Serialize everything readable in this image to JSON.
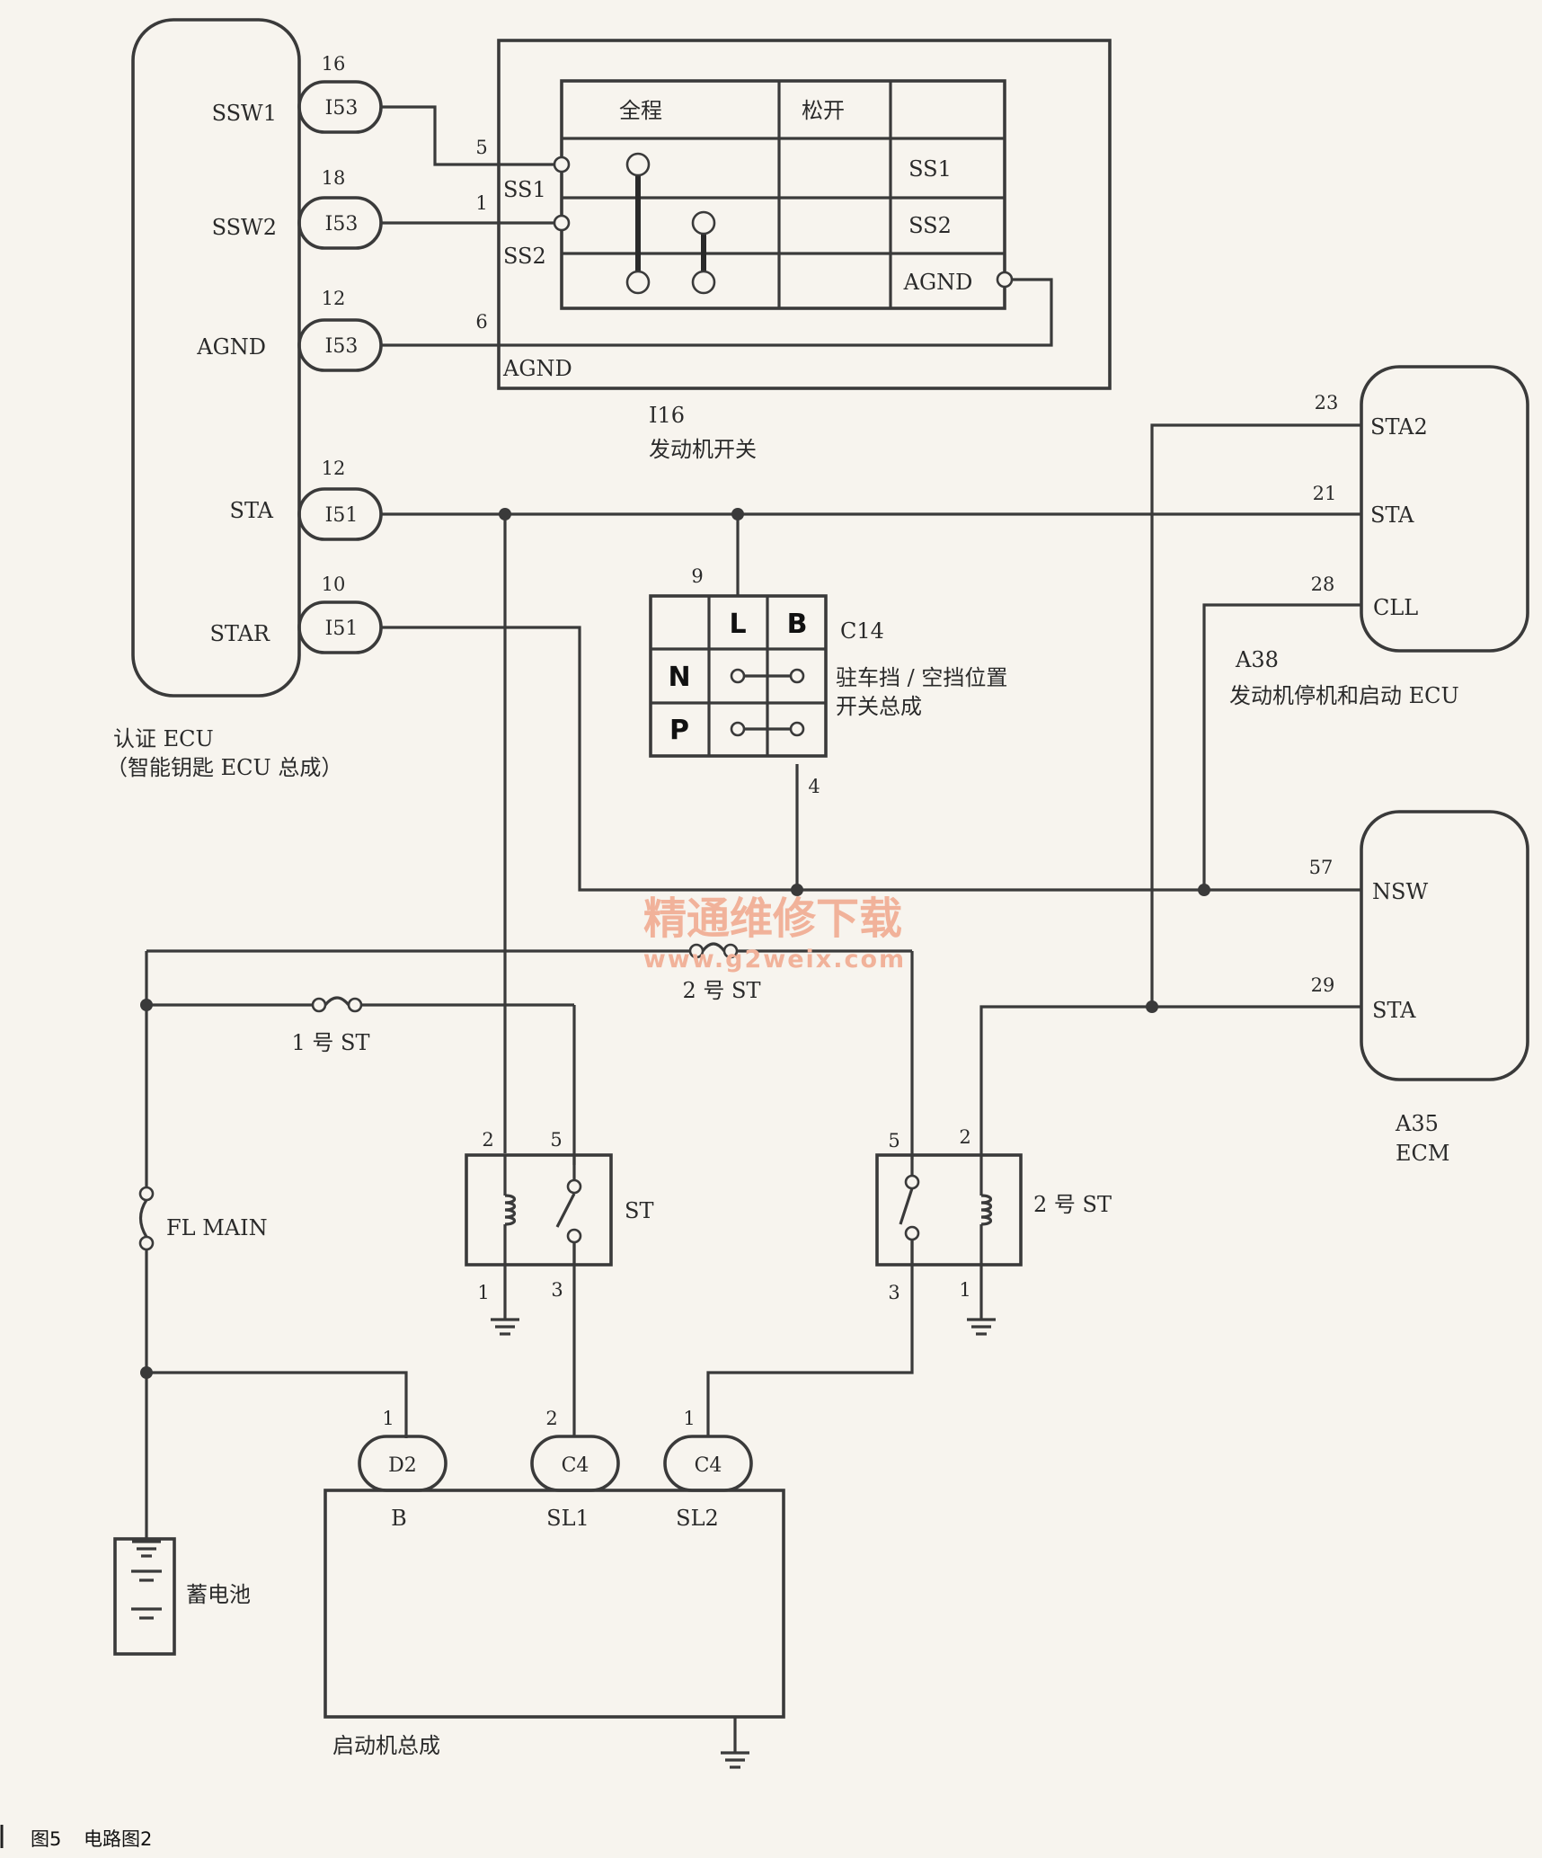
{
  "auth_ecu": {
    "pins": {
      "ssw1": "SSW1",
      "ssw2": "SSW2",
      "agnd": "AGND",
      "sta": "STA",
      "star": "STAR"
    },
    "pin_numbers": {
      "ssw1": "16",
      "ssw2": "18",
      "agnd": "12",
      "sta": "12",
      "star": "10"
    },
    "connectors": {
      "ssw1": "I53",
      "ssw2": "I53",
      "agnd": "I53",
      "sta": "I51",
      "star": "I51"
    },
    "name_line1": "认证 ECU",
    "name_line2": "（智能钥匙 ECU 总成）"
  },
  "engine_switch": {
    "pin_numbers": {
      "ss1": "5",
      "ss2": "1",
      "agnd": "6"
    },
    "terminals": {
      "ss1": "SS1",
      "ss2": "SS2",
      "agnd": "AGND"
    },
    "table": {
      "header_full": "全程",
      "header_release": "松开",
      "row_ss1": "SS1",
      "row_ss2": "SS2",
      "row_agnd": "AGND"
    },
    "code": "I16",
    "name": "发动机开关"
  },
  "stop_start_ecu": {
    "pins": {
      "sta2": "STA2",
      "sta": "STA",
      "cll": "CLL"
    },
    "pin_numbers": {
      "sta2": "23",
      "sta": "21",
      "cll": "28"
    },
    "code": "A38",
    "name": "发动机停机和启动 ECU"
  },
  "nsw_switch": {
    "pin_top": "9",
    "pin_bottom": "4",
    "col_l": "L",
    "col_b": "B",
    "row_n": "N",
    "row_p": "P",
    "code": "C14",
    "name_line1": "驻车挡 / 空挡位置",
    "name_line2": "开关总成"
  },
  "ecm": {
    "pins": {
      "nsw": "NSW",
      "sta": "STA"
    },
    "pin_numbers": {
      "nsw": "57",
      "sta": "29"
    },
    "code": "A35",
    "name": "ECM"
  },
  "fuses": {
    "st1": "1 号 ST",
    "st2": "2 号 ST",
    "fl_main": "FL MAIN"
  },
  "relays": {
    "st": {
      "name": "ST",
      "pin2": "2",
      "pin5": "5",
      "pin1": "1",
      "pin3": "3"
    },
    "st2": {
      "name": "2 号 ST",
      "pin5": "5",
      "pin2": "2",
      "pin3": "3",
      "pin1": "1"
    }
  },
  "starter": {
    "name": "启动机总成",
    "terminals": {
      "b": "B",
      "sl1": "SL1",
      "sl2": "SL2"
    },
    "connectors": {
      "b": "D2",
      "sl1": "C4",
      "sl2": "C4"
    },
    "pin_numbers": {
      "b": "1",
      "sl1": "2",
      "sl2": "1"
    }
  },
  "battery": {
    "name": "蓄电池"
  },
  "watermark": {
    "line1": "精通维修下载",
    "line2": "www.g2weix.com"
  },
  "figure_caption": {
    "prefix": "图5",
    "title": "电路图2"
  }
}
